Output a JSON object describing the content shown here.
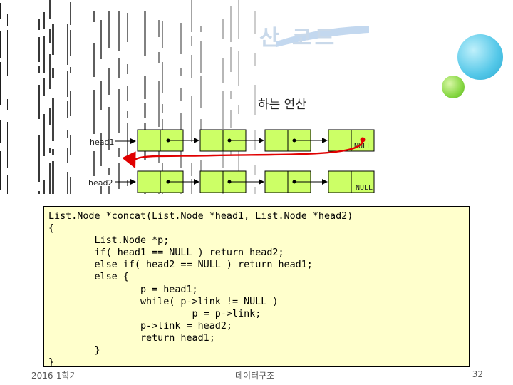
{
  "slide": {
    "title": "산 코드",
    "subtitle": "하는 연산",
    "footer_left": "2016-1학기",
    "footer_center": "데이터구조",
    "page_number": "32"
  },
  "diagram": {
    "head1_label": "head1",
    "head2_label": "head2",
    "null_label_1": "NULL",
    "null_label_2": "NULL"
  },
  "code": {
    "lines": [
      "List.Node *concat(List.Node *head1, List.Node *head2)",
      "{",
      "        List.Node *p;",
      "        if( head1 == NULL ) return head2;",
      "        else if( head2 == NULL ) return head1;",
      "        else {",
      "                p = head1;",
      "                while( p->link != NULL )",
      "                         p = p->link;",
      "                p->link = head2;",
      "                return head1;",
      "        }",
      "}"
    ]
  },
  "colors": {
    "node_fill": "#ccff66",
    "code_background": "#ffffcc",
    "new_link": "#e00000"
  }
}
